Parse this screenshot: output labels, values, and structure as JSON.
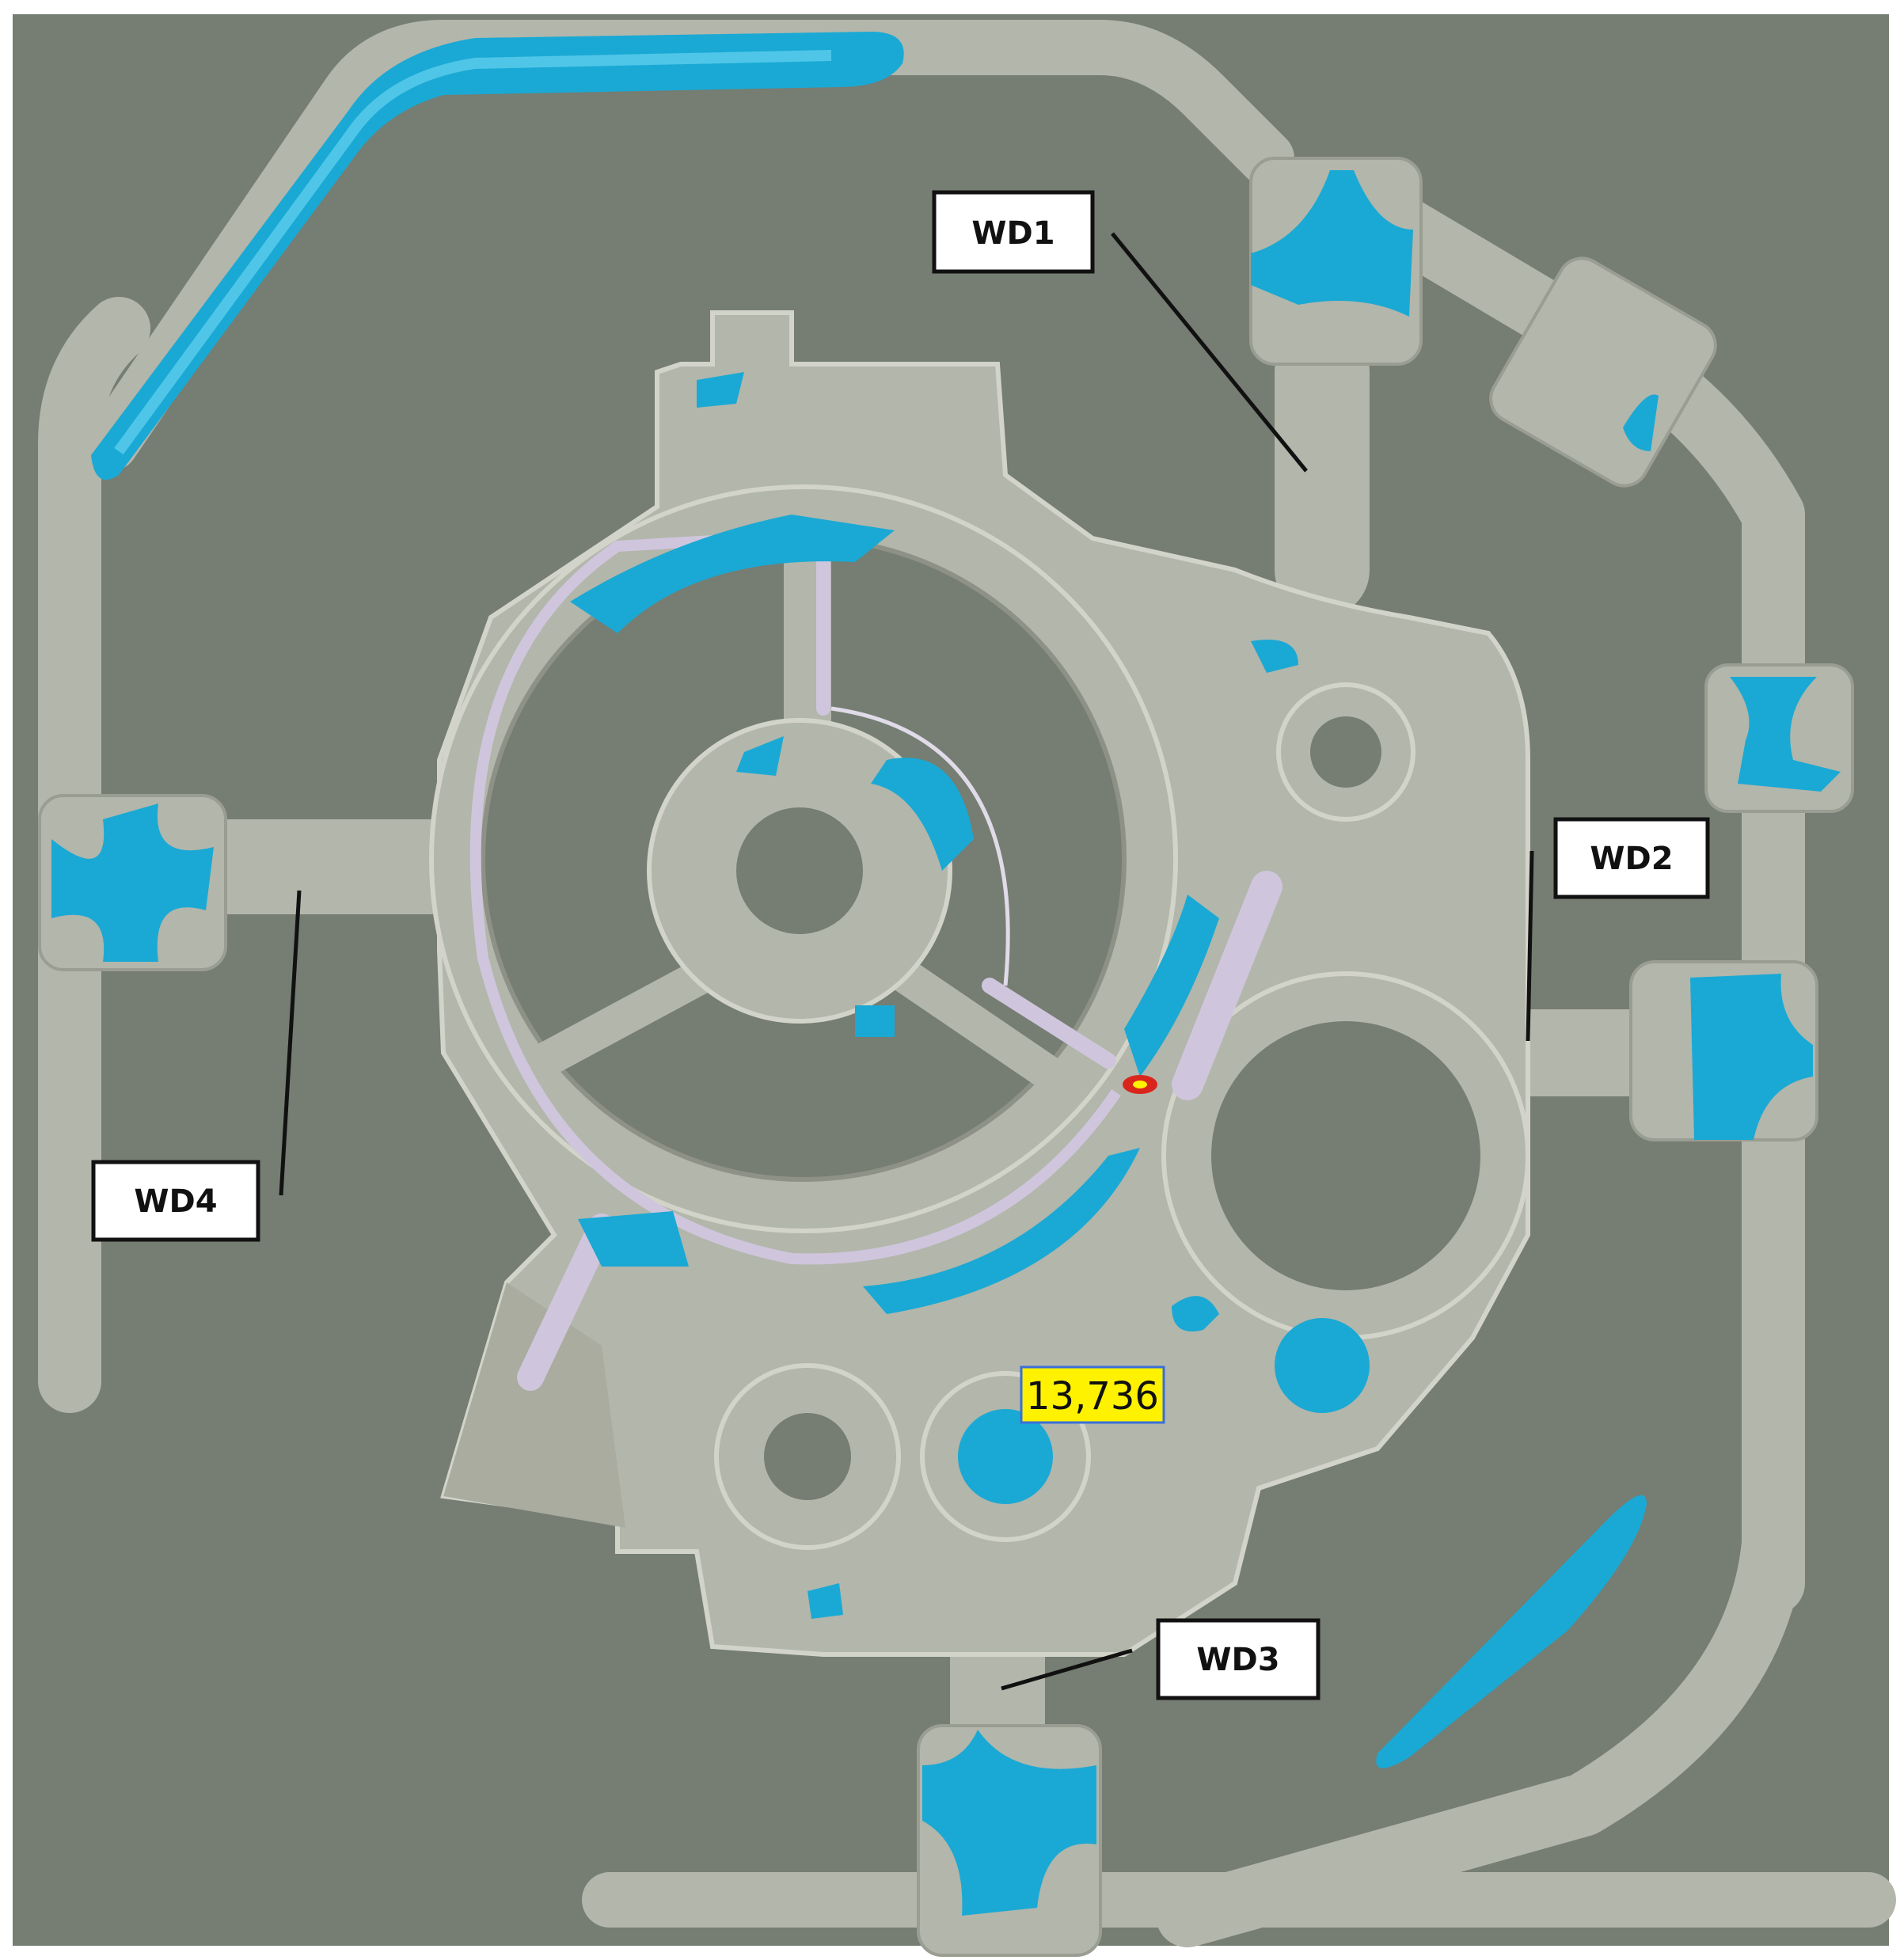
{
  "figure": {
    "labels": {
      "wd1": "WD1",
      "wd2": "WD2",
      "wd3": "WD3",
      "wd4": "WD4"
    },
    "value_marker": "13,736",
    "colors": {
      "background": "#767d72",
      "casting": "#b3b6ab",
      "casting_edge": "#d2d4ca",
      "defect": "#1aa9d4",
      "defect_light": "#4fc6e8",
      "pipe": "#cfc6dd",
      "marker": "#fff200",
      "hotspot": "#d9261c"
    }
  }
}
